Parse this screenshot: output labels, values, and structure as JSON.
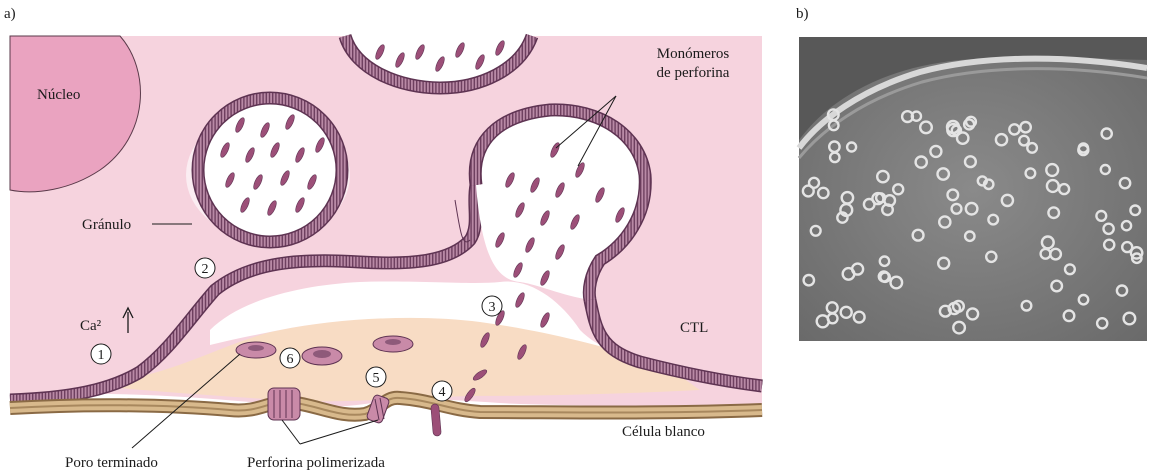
{
  "panels": {
    "a": "a)",
    "b": "b)"
  },
  "labels": {
    "nucleus": "Núcleo",
    "monomers_line1": "Monómeros",
    "monomers_line2": "de perforina",
    "granule": "Gránulo",
    "ctl": "CTL",
    "calcium": "Ca²",
    "target_cell": "Célula blanco",
    "completed_pore": "Poro terminado",
    "polymerized_perforin": "Perforina polimerizada"
  },
  "steps": [
    "1",
    "2",
    "3",
    "4",
    "5",
    "6"
  ],
  "colors": {
    "ctl_cytoplasm": "#f6d3de",
    "nucleus": "#eaa3c0",
    "membrane": "#8e5a7a",
    "synapse_cleft": "#ffffff",
    "target_cytoplasm": "#f8dcc4",
    "target_membrane": "#c7a275",
    "perforin": "#9c4f78",
    "micrograph_bg": "#7e7e7e"
  }
}
